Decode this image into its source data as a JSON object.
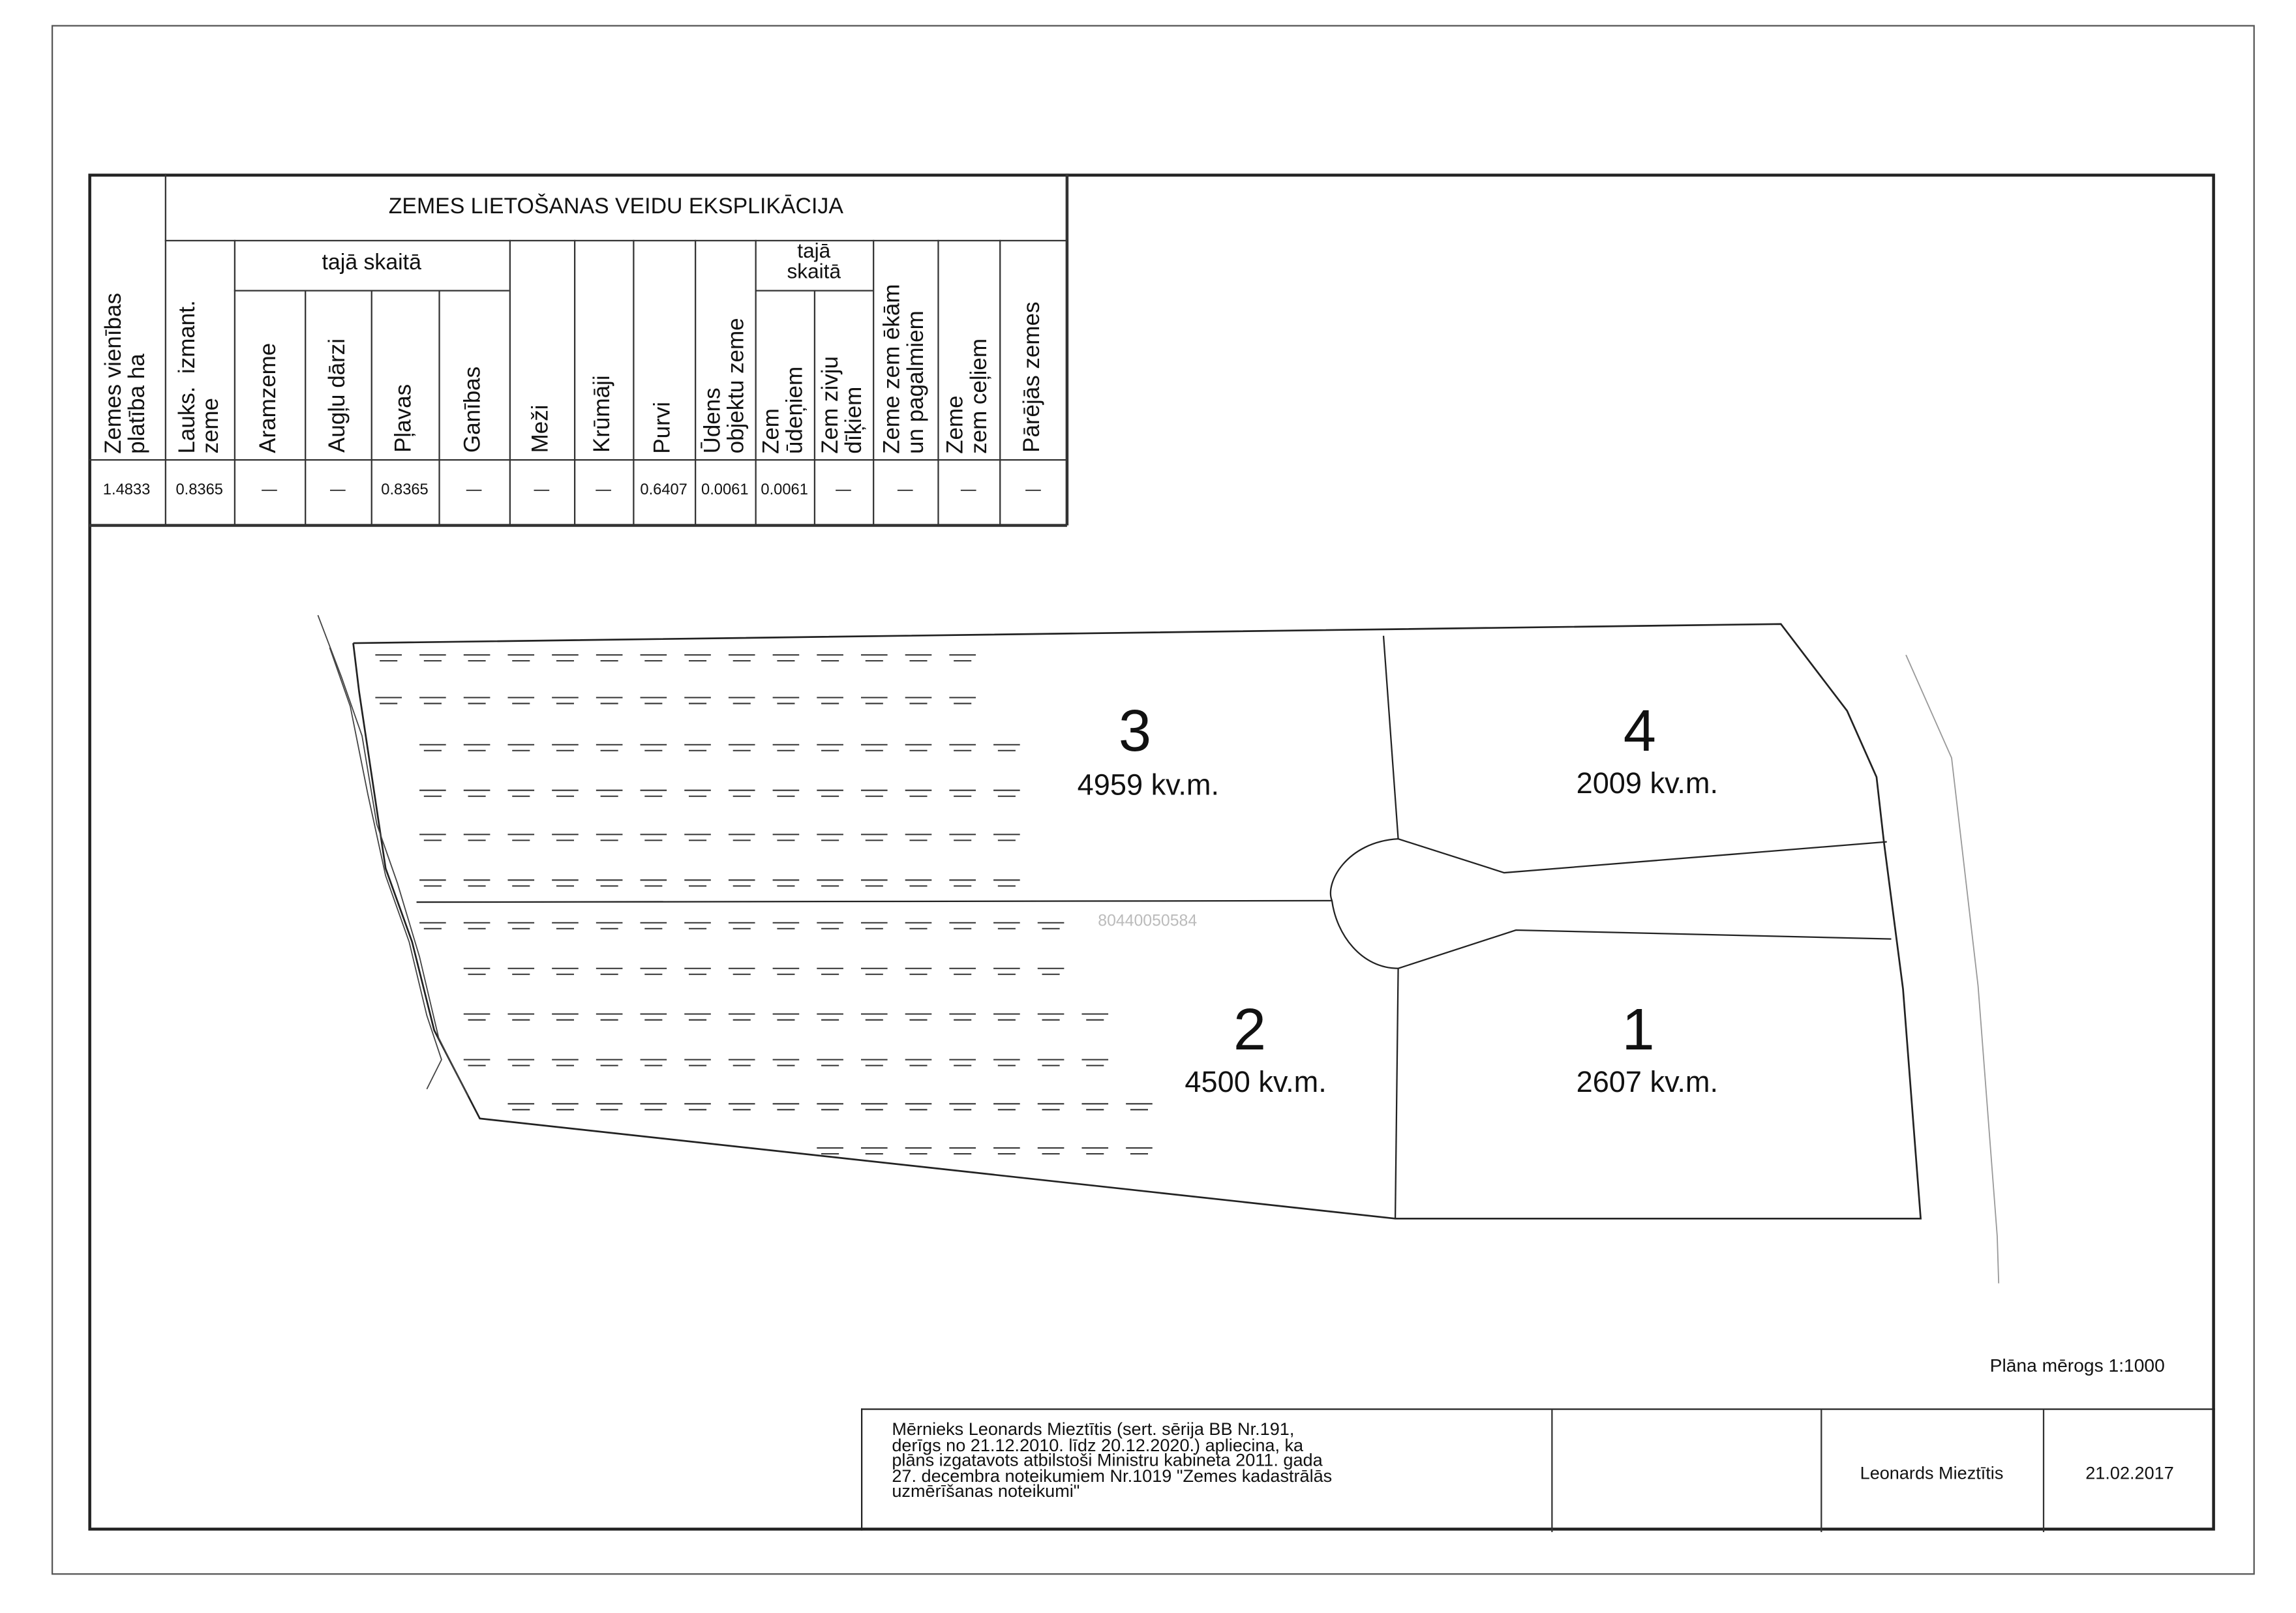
{
  "table": {
    "title": "ZEMES LIETOŠANAS VEIDU EKSPLIKĀCIJA",
    "group_label_1": "tajā skaitā",
    "group_label_2": "tajā\nskaitā",
    "columns": [
      "Zemes vienības\nplatība ha",
      "Lauks.  izmant.\nzeme",
      "Aramzeme",
      "Augļu dārzi",
      "Pļavas",
      "Ganības",
      "Meži",
      "Krūmāji",
      "Purvi",
      "Ūdens\nobjektu zeme",
      "Zem\nūdeņiem",
      "Zem zivju\ndīķiem",
      "Zeme zem ēkām\nun pagalmiem",
      "Zeme\nzem ceļiem",
      "Pārējās zemes"
    ],
    "values": [
      "1.4833",
      "0.8365",
      "—",
      "—",
      "0.8365",
      "—",
      "—",
      "—",
      "0.6407",
      "0.0061",
      "0.0061",
      "—",
      "—",
      "—",
      "—"
    ]
  },
  "map": {
    "parcels": [
      {
        "number": "3",
        "area": "4959 kv.m."
      },
      {
        "number": "4",
        "area": "2009 kv.m."
      },
      {
        "number": "2",
        "area": "4500 kv.m."
      },
      {
        "number": "1",
        "area": "2607 kv.m."
      }
    ],
    "cadastral_code": "80440050584"
  },
  "scale": "Plāna mērogs 1:1000",
  "title_block": {
    "statement": "Mērnieks Leonards Mieztītis (sert. sērija BB Nr.191,\nderīgs no 21.12.2010. līdz 20.12.2020.) apliecina, ka\nplāns izgatavots atbilstoši Ministru kabineta 2011. gada\n27. decembra noteikumiem Nr.1019 \"Zemes kadastrālās\nuzmērīšanas noteikumi\"",
    "surveyor": "Leonards Mieztītis",
    "date": "21.02.2017"
  }
}
